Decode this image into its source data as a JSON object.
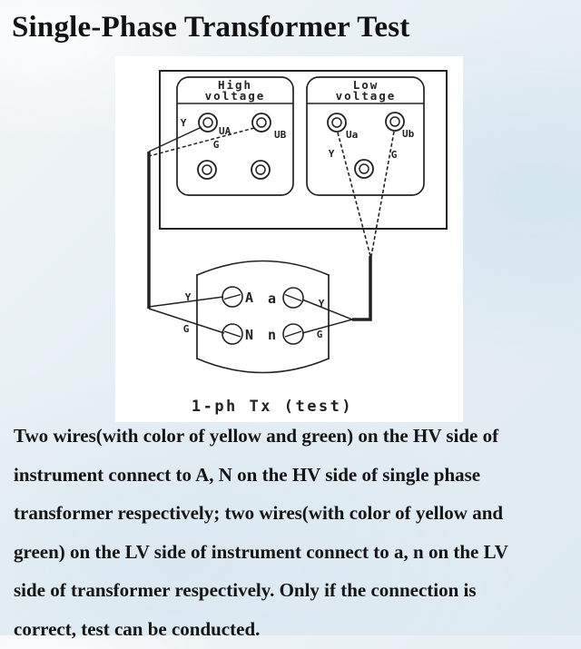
{
  "title": "Single-Phase Transformer Test",
  "diagram": {
    "caption": "1-ph Tx (test)",
    "hv": {
      "title_line1": "High",
      "title_line2": "voltage",
      "labels": {
        "y": "Y",
        "ua": "UA",
        "ub": "UB",
        "g": "G"
      }
    },
    "lv": {
      "title_line1": "Low",
      "title_line2": "voltage",
      "labels": {
        "ua": "Ua",
        "ub": "Ub",
        "y": "Y",
        "g": "G"
      }
    },
    "transformer": {
      "labels": {
        "A": "A",
        "a": "a",
        "N": "N",
        "n": "n",
        "left_y": "Y",
        "left_g": "G",
        "right_y": "Y",
        "right_g": "G"
      }
    },
    "colors": {
      "line": "#222222",
      "panel_bg": "#ffffff"
    }
  },
  "body": {
    "lines": [
      "Two wires(with color of yellow and green) on the HV side of",
      "instrument connect to A, N on the HV side of single phase",
      "transformer respectively; two wires(with color of yellow and",
      "green) on the LV side of instrument connect to a, n on the LV",
      "side of transformer respectively. Only if the connection is",
      "correct, test can be conducted."
    ]
  }
}
